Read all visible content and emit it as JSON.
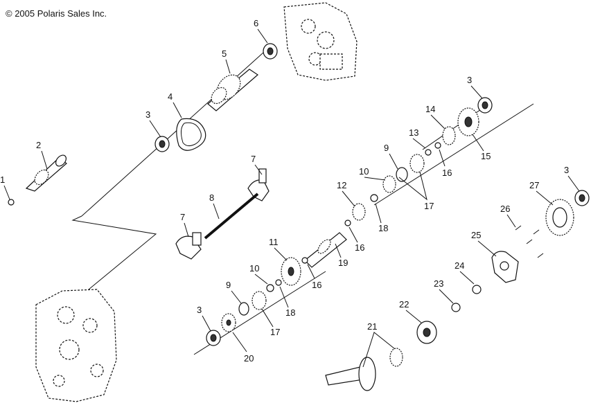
{
  "copyright": "© 2005 Polaris Sales Inc.",
  "callouts": [
    {
      "text": "1"
    },
    {
      "text": "2"
    },
    {
      "text": "3"
    },
    {
      "text": "4"
    },
    {
      "text": "5"
    },
    {
      "text": "6"
    },
    {
      "text": "3"
    },
    {
      "text": "7"
    },
    {
      "text": "8"
    },
    {
      "text": "7"
    },
    {
      "text": "3"
    },
    {
      "text": "14"
    },
    {
      "text": "13"
    },
    {
      "text": "15"
    },
    {
      "text": "9"
    },
    {
      "text": "16"
    },
    {
      "text": "10"
    },
    {
      "text": "12"
    },
    {
      "text": "17"
    },
    {
      "text": "18"
    },
    {
      "text": "16"
    },
    {
      "text": "11"
    },
    {
      "text": "19"
    },
    {
      "text": "16"
    },
    {
      "text": "10"
    },
    {
      "text": "9"
    },
    {
      "text": "18"
    },
    {
      "text": "17"
    },
    {
      "text": "3"
    },
    {
      "text": "20"
    },
    {
      "text": "3"
    },
    {
      "text": "27"
    },
    {
      "text": "26"
    },
    {
      "text": "25"
    },
    {
      "text": "24"
    },
    {
      "text": "23"
    },
    {
      "text": "22"
    },
    {
      "text": "21"
    }
  ]
}
